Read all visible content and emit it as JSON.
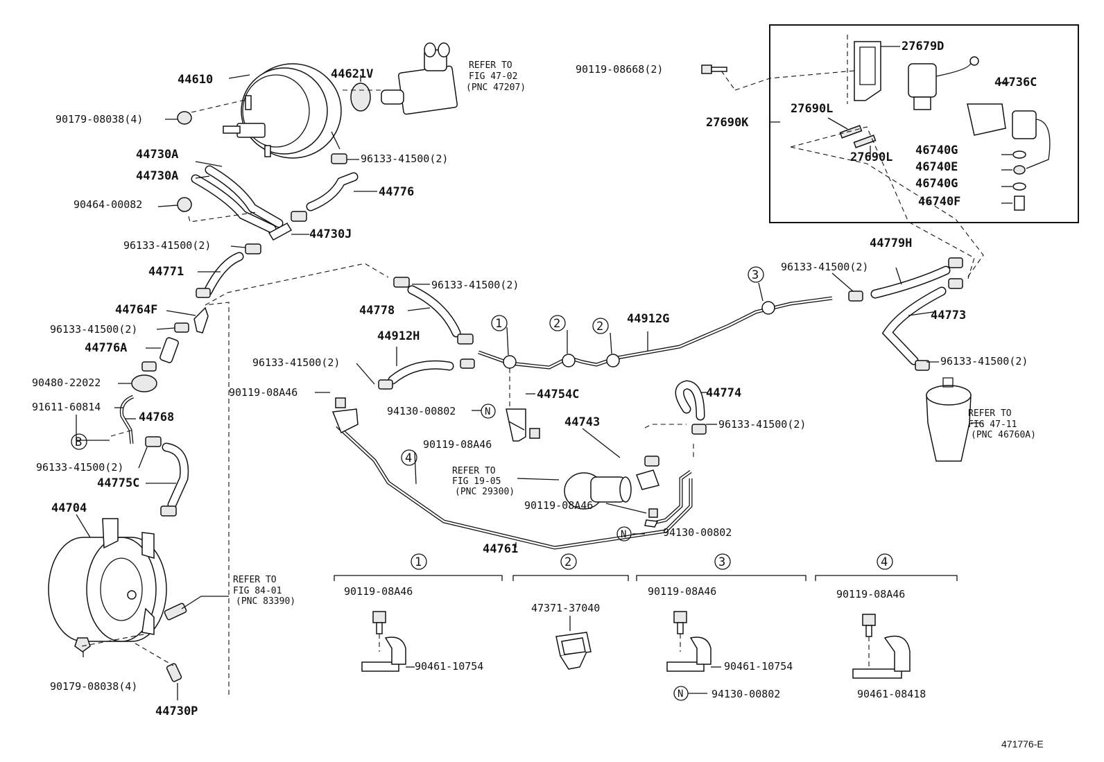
{
  "figure_id": "471776-E",
  "parts": {
    "p44610": "44610",
    "p44621V": "44621V",
    "p90179_top": "90179-08038(4)",
    "p44730A_1": "44730A",
    "p44730A_2": "44730A",
    "p90464": "90464-00082",
    "p96133_a": "96133-41500(2)",
    "p96133_b": "96133-41500(2)",
    "p44776": "44776",
    "p44730J": "44730J",
    "p44771": "44771",
    "p44764F": "44764F",
    "p96133_c": "96133-41500(2)",
    "p44776A": "44776A",
    "p90480": "90480-22022",
    "p91611": "91611-60814",
    "p44768": "44768",
    "p96133_d": "96133-41500(2)",
    "p44775C": "44775C",
    "p44704": "44704",
    "p90179_bot": "90179-08038(4)",
    "p44730P": "44730P",
    "p96133_e": "96133-41500(2)",
    "p44778": "44778",
    "p44912H": "44912H",
    "p96133_f": "96133-41500(2)",
    "p90119_a": "90119-08A46",
    "p44754C": "44754C",
    "p94130_a": "94130-00802",
    "p90119_b": "90119-08A46",
    "p44743": "44743",
    "p44774": "44774",
    "p96133_g": "96133-41500(2)",
    "p90119_c": "90119-08A46",
    "p94130_b": "94130-00802",
    "p44761": "44761",
    "p44912G": "44912G",
    "p96133_h": "96133-41500(2)",
    "p44779H": "44779H",
    "p44773": "44773",
    "p96133_i": "96133-41500(2)",
    "p90119_08668": "90119-08668(2)",
    "p27679D": "27679D",
    "p44736C": "44736C",
    "p27690K": "27690K",
    "p27690L_1": "27690L",
    "p27690L_2": "27690L",
    "p46740G_1": "46740G",
    "p46740E": "46740E",
    "p46740G_2": "46740G",
    "p46740F": "46740F"
  },
  "refs": {
    "r47_02": [
      "REFER TO",
      "FIG 47-02",
      "(PNC 47207)"
    ],
    "r47_11": [
      "REFER TO",
      "FIG 47-11",
      "(PNC 46760A)"
    ],
    "r19_05": [
      "REFER TO",
      "FIG 19-05",
      "(PNC 29300)"
    ],
    "r84_01": [
      "REFER TO",
      "FIG 84-01",
      "(PNC 83390)"
    ]
  },
  "callouts": {
    "c1": "1",
    "c2a": "2",
    "c2b": "2",
    "c3": "3",
    "c4": "4",
    "cB": "B",
    "cN1": "N",
    "cN2": "N",
    "cN3": "N"
  },
  "details": {
    "d1": {
      "num": "1",
      "bolt": "90119-08A46",
      "clamp": "90461-10754"
    },
    "d2": {
      "num": "2",
      "clamp": "47371-37040"
    },
    "d3": {
      "num": "3",
      "bolt": "90119-08A46",
      "clamp": "90461-10754",
      "nut": "94130-00802",
      "nut_tag": "N"
    },
    "d4": {
      "num": "4",
      "bolt": "90119-08A46",
      "clamp": "90461-08418"
    }
  }
}
